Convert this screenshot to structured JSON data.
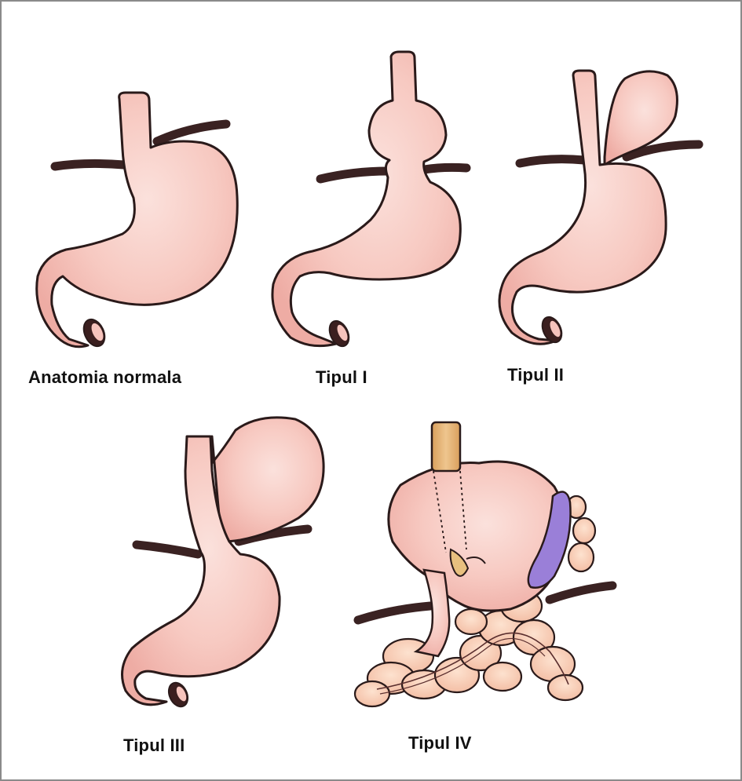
{
  "figures": [
    {
      "id": "normal",
      "label": "Anatomia normala"
    },
    {
      "id": "type1",
      "label": "Tipul I"
    },
    {
      "id": "type2",
      "label": "Tipul II"
    },
    {
      "id": "type3",
      "label": "Tipul III"
    },
    {
      "id": "type4",
      "label": "Tipul IV"
    }
  ],
  "colors": {
    "stomach_fill": "#f6c3bc",
    "stomach_highlight": "#fbe1dc",
    "outline": "#2a1a1a",
    "diaphragm": "#3a2222",
    "esophagus_tube": "#e5b575",
    "spleen": "#9a7fd8",
    "intestine_fill": "#f8cdb4",
    "background": "#ffffff",
    "frame": "#8a8a8a"
  }
}
